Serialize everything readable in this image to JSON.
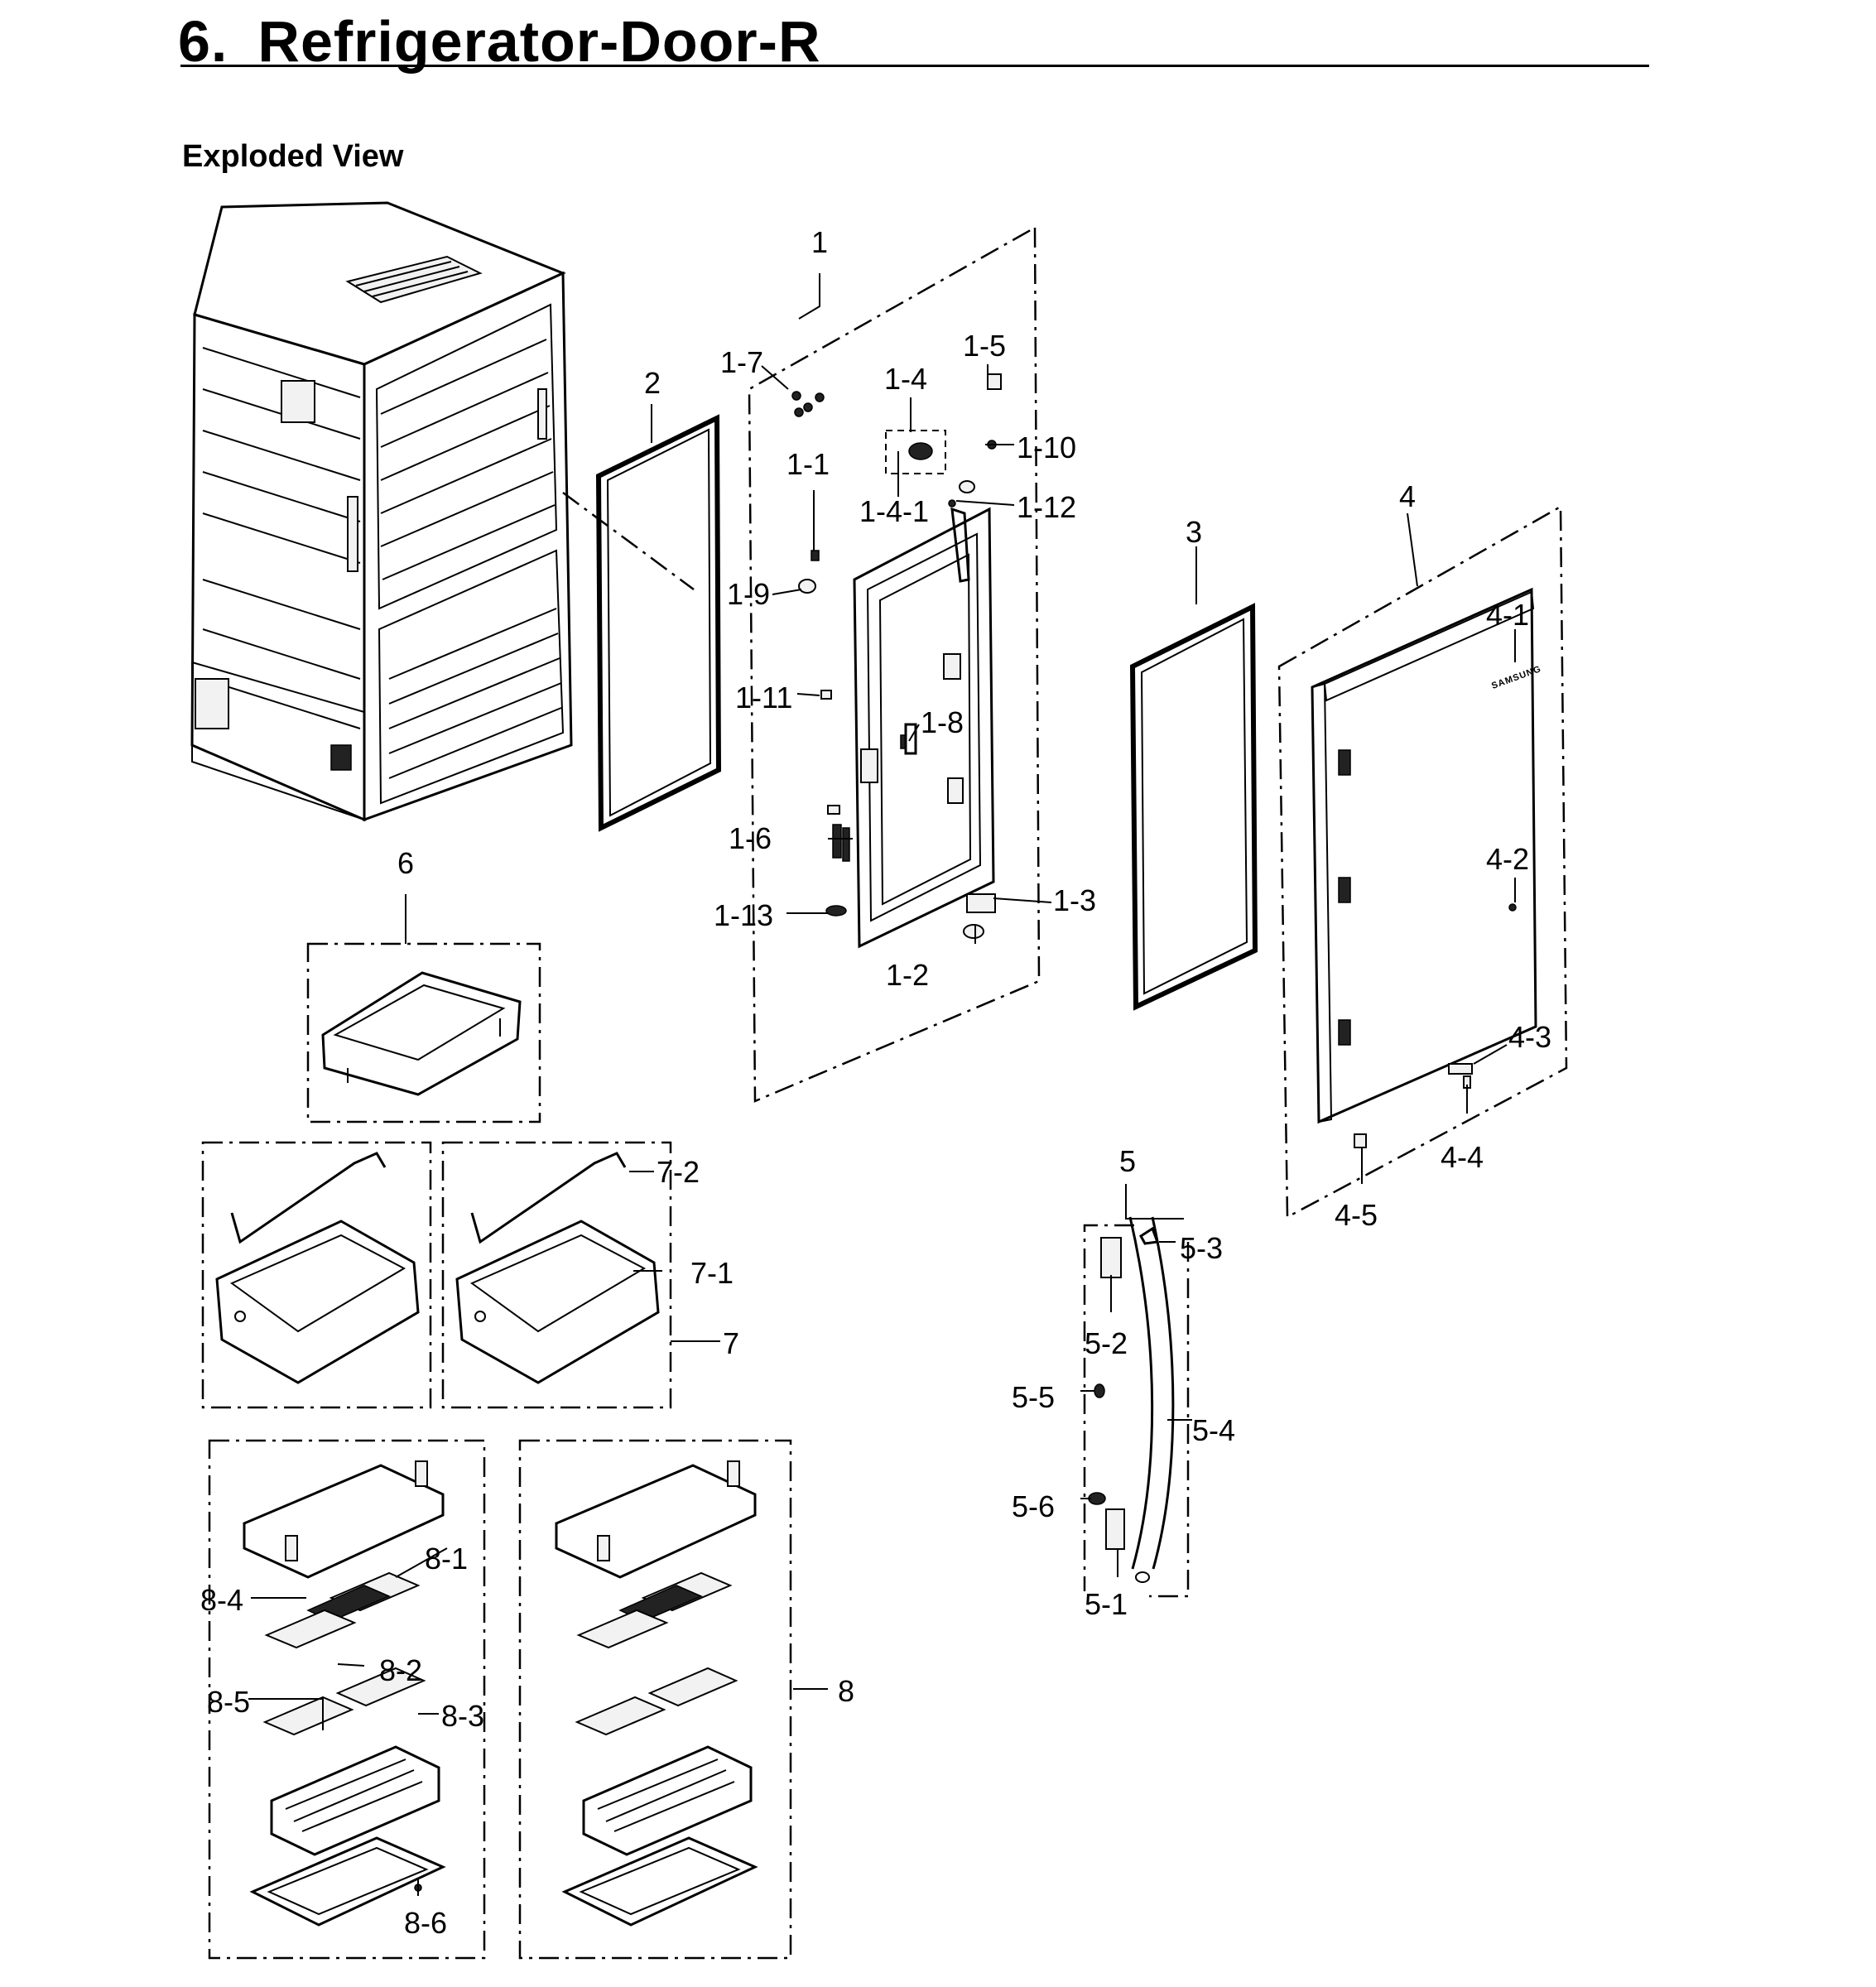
{
  "header": {
    "section_number": "6.",
    "title": "Refrigerator-Door-R",
    "subtitle": "Exploded View"
  },
  "callouts": {
    "c1": "1",
    "c1_1": "1-1",
    "c1_2": "1-2",
    "c1_3": "1-3",
    "c1_4": "1-4",
    "c1_4_1": "1-4-1",
    "c1_5": "1-5",
    "c1_6": "1-6",
    "c1_7": "1-7",
    "c1_8": "1-8",
    "c1_9": "1-9",
    "c1_10": "1-10",
    "c1_11": "1-11",
    "c1_12": "1-12",
    "c1_13": "1-13",
    "c2": "2",
    "c3": "3",
    "c4": "4",
    "c4_1": "4-1",
    "c4_2": "4-2",
    "c4_3": "4-3",
    "c4_4": "4-4",
    "c4_5": "4-5",
    "c5": "5",
    "c5_1": "5-1",
    "c5_2": "5-2",
    "c5_3": "5-3",
    "c5_4": "5-4",
    "c5_5": "5-5",
    "c5_6": "5-6",
    "c6": "6",
    "c7": "7",
    "c7_1": "7-1",
    "c7_2": "7-2",
    "c8": "8",
    "c8_1": "8-1",
    "c8_2": "8-2",
    "c8_3": "8-3",
    "c8_4": "8-4",
    "c8_5": "8-5",
    "c8_6": "8-6"
  },
  "door_badge": "SAMSUNG"
}
